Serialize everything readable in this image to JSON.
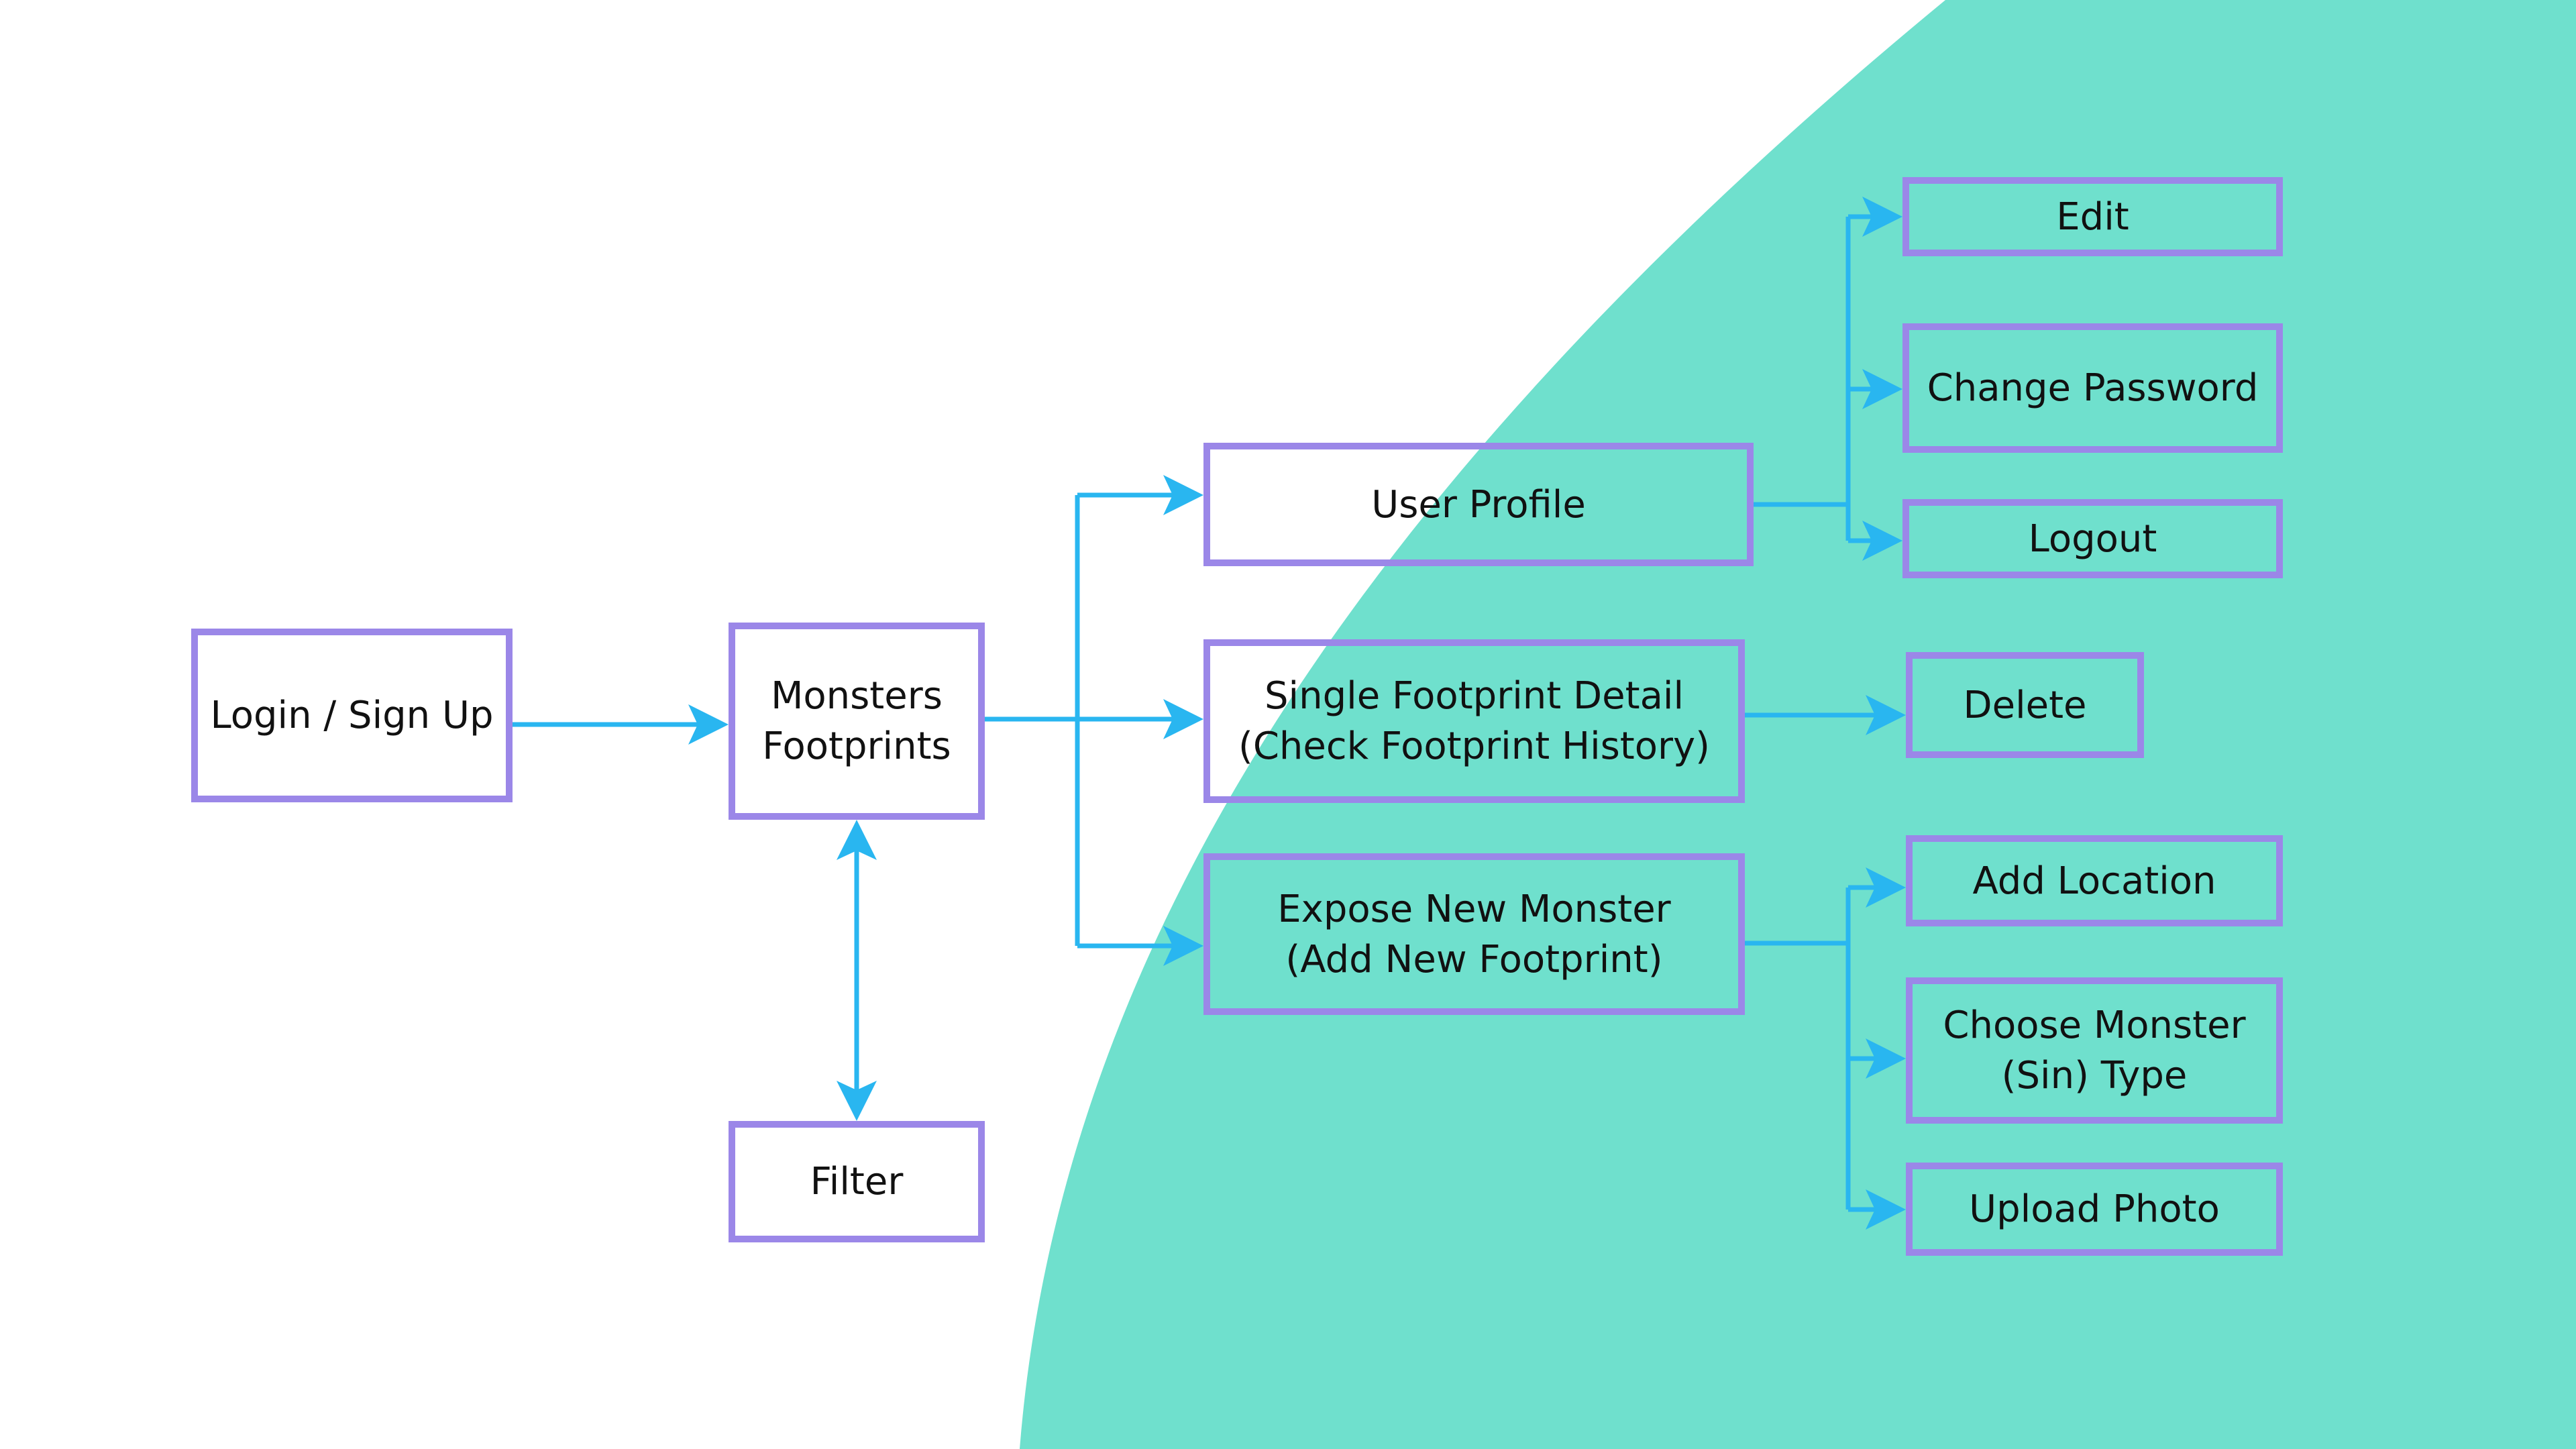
{
  "colors": {
    "background": "#ffffff",
    "arc_fill": "#6fe0cd",
    "node_border": "#9b87e8",
    "connector": "#29b6f0",
    "text": "#111111"
  },
  "nodes": {
    "login": [
      "Login / Sign Up"
    ],
    "monsters": [
      "Monsters",
      "Footprints"
    ],
    "filter": [
      "Filter"
    ],
    "profile": [
      "User Profile"
    ],
    "single": [
      "Single Footprint Detail",
      "(Check Footprint History)"
    ],
    "expose": [
      "Expose New Monster",
      "(Add New Footprint)"
    ],
    "edit": [
      "Edit"
    ],
    "change": [
      "Change Password"
    ],
    "logout": [
      "Logout"
    ],
    "delete": [
      "Delete"
    ],
    "addloc": [
      "Add Location"
    ],
    "choose": [
      "Choose Monster",
      "(Sin) Type"
    ],
    "upload": [
      "Upload Photo"
    ]
  }
}
